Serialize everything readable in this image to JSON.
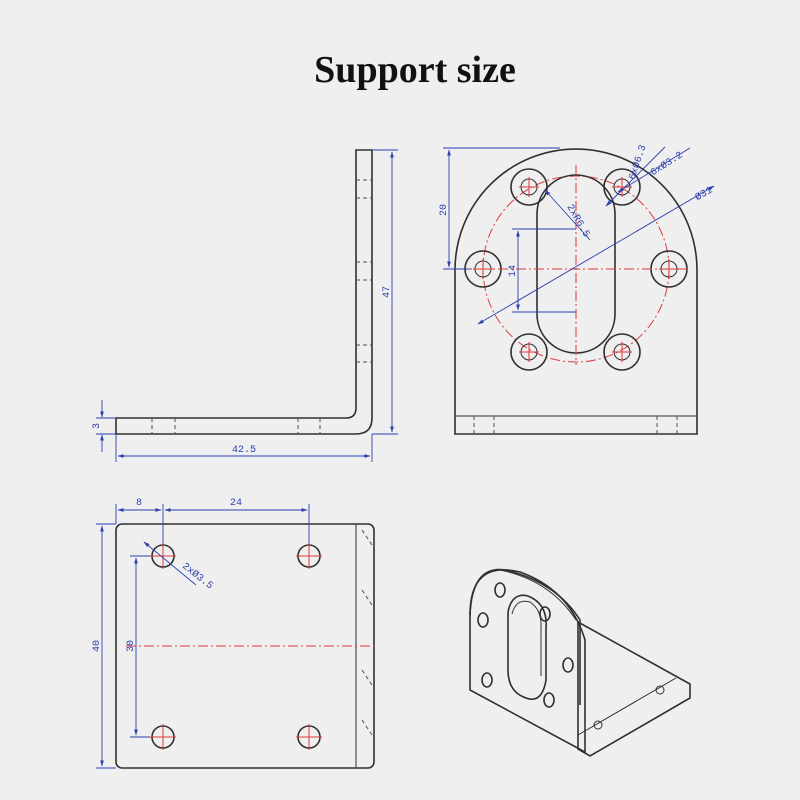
{
  "title": "Support size",
  "dimensions": {
    "side_height": "47",
    "side_thickness": "3",
    "side_length": "42.5",
    "front_top_height": "20",
    "front_slot_length": "14",
    "front_hole_large": "6xØ6.3",
    "front_hole_small": "6xØ3.2",
    "front_pcd": "Ø31",
    "front_slot_radius": "2xR6.5",
    "top_offset_x": "8",
    "top_spacing_x": "24",
    "top_height": "40",
    "top_spacing_y": "30",
    "top_hole": "2xØ3.5"
  },
  "colors": {
    "dimension": "#2b3fae",
    "centerline": "#e03a3a",
    "outline": "#303030",
    "background": "#efeff0"
  }
}
